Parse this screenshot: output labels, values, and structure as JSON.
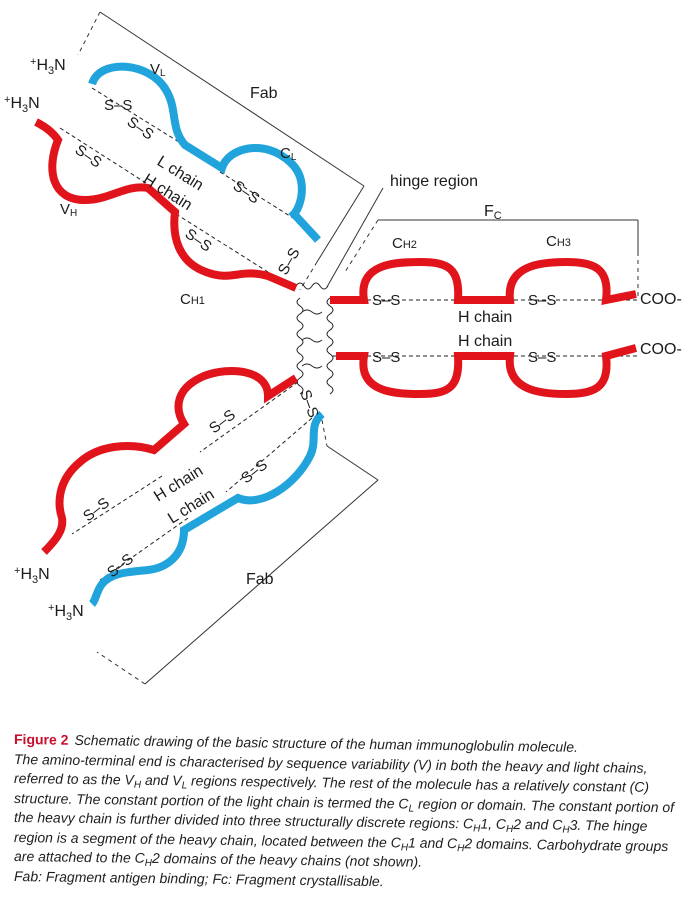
{
  "colors": {
    "heavy_chain": "#e0141a",
    "light_chain": "#21a3db",
    "text": "#1b1b1b",
    "caption_label": "#c8102e"
  },
  "labels": {
    "n_term": "+H3N",
    "n_term_plus": "+",
    "n_term_h": "H",
    "n_term_sub": "3",
    "n_term_n": "N",
    "cooh": "COO-",
    "fab_top": "Fab",
    "fab_bottom": "Fab",
    "hinge": "hinge region",
    "fc_main": "F",
    "fc_sub": "C",
    "vl_main": "V",
    "vl_sub": "L",
    "vh_main": "V",
    "vh_sub": "H",
    "cl_main": "C",
    "cl_sub": "L",
    "ch1_main": "C",
    "ch1_sub": "H1",
    "ch2_main": "C",
    "ch2_sub": "H2",
    "ch3_main": "C",
    "ch3_sub": "H3",
    "l_chain": "L chain",
    "h_chain": "H chain",
    "disulfide": "S–S"
  },
  "caption": {
    "figure_label": "Figure 2",
    "title": "Schematic drawing of the basic structure of the human immunoglobulin molecule.",
    "line1_a": "The amino-terminal end is characterised by sequence variability (V) in both the heavy and light chains, referred to as the V",
    "line1_sub1": "H",
    "line1_b": " and V",
    "line1_sub2": "L",
    "line1_c": " regions respectively. The rest of the molecule has a relatively constant (C) structure. The constant portion of the light chain is termed the C",
    "line1_sub3": "L",
    "line1_d": " region or domain. The constant portion of the heavy chain is further divided into three structurally discrete regions: C",
    "line1_sub4": "H",
    "line1_e": "1, C",
    "line1_sub5": "H",
    "line1_f": "2 and C",
    "line1_sub6": "H",
    "line1_g": "3. The hinge region is a segment of the heavy chain, located between the C",
    "line1_sub7": "H",
    "line1_h": "1 and C",
    "line1_sub8": "H",
    "line1_i": "2 domains. Carbohydrate groups are attached to the C",
    "line1_sub9": "H",
    "line1_j": "2 domains of the heavy chains (not shown).",
    "footnote": "Fab: Fragment antigen binding; Fc: Fragment crystallisable."
  }
}
